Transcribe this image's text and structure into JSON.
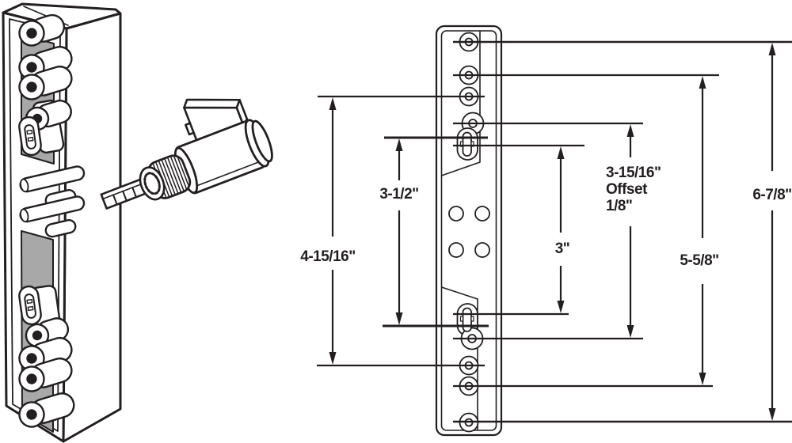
{
  "dims": {
    "left_outer": "4-15/16\"",
    "left_inner": "3-1/2\"",
    "center": "3\"",
    "offset_line1": "3-15/16\"",
    "offset_line2": "Offset",
    "offset_line3": "1/8\"",
    "right_inner": "5-5/8\"",
    "right_outer": "6-7/8\""
  },
  "colors": {
    "line": "#231f20",
    "channel_gray": "#a8a8a8",
    "background": "#ffffff"
  }
}
